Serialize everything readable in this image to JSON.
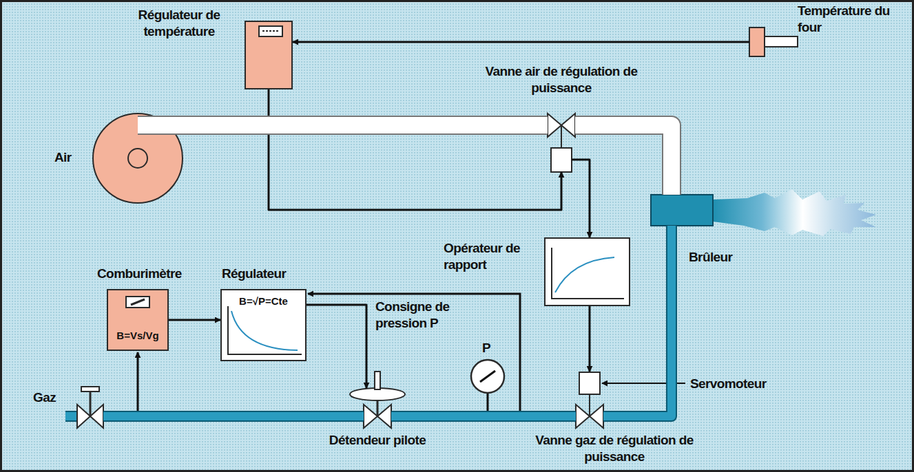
{
  "diagram": {
    "nodes": [
      {
        "text": [
          "Régulateur de température"
        ]
      },
      {
        "text": [
          "Température du four"
        ]
      },
      {
        "text": [
          "Air"
        ]
      },
      {
        "text": [
          "Vanne air de régulation de puissance"
        ]
      },
      {
        "text": [
          "Brûleur"
        ]
      },
      {
        "text": [
          "Opérateur de rapport"
        ]
      },
      {
        "text": [
          "Comburimètre",
          "B=Vs/Vg"
        ]
      },
      {
        "text": [
          "Régulateur",
          "B=√P=Cte"
        ]
      },
      {
        "text": [
          "P"
        ]
      },
      {
        "text": [
          "Détendeur pilote"
        ]
      },
      {
        "text": [
          "Servomoteur"
        ]
      },
      {
        "text": [
          "Vanne gaz de régulation de puissance"
        ]
      },
      {
        "text": [
          "Gaz"
        ]
      }
    ],
    "edges": [
      {
        "from": 1,
        "to": 0,
        "arrow": "to"
      },
      {
        "from": 0,
        "to": 3,
        "arrow": "to"
      },
      {
        "from": 3,
        "to": 5,
        "arrow": "to"
      },
      {
        "from": 5,
        "to": 10,
        "arrow": "to"
      },
      {
        "from": 6,
        "to": 7,
        "arrow": "to"
      },
      {
        "from": 7,
        "to": 9,
        "arrow": "to"
      },
      {
        "from": 2,
        "to": 3,
        "arrow": "none"
      },
      {
        "from": 3,
        "to": 4,
        "arrow": "none"
      },
      {
        "from": 12,
        "to": 9,
        "arrow": "none"
      },
      {
        "from": 9,
        "to": 11,
        "arrow": "none"
      },
      {
        "from": 11,
        "to": 4,
        "arrow": "none"
      }
    ],
    "labels": [
      "Consigne de pression P"
    ]
  }
}
